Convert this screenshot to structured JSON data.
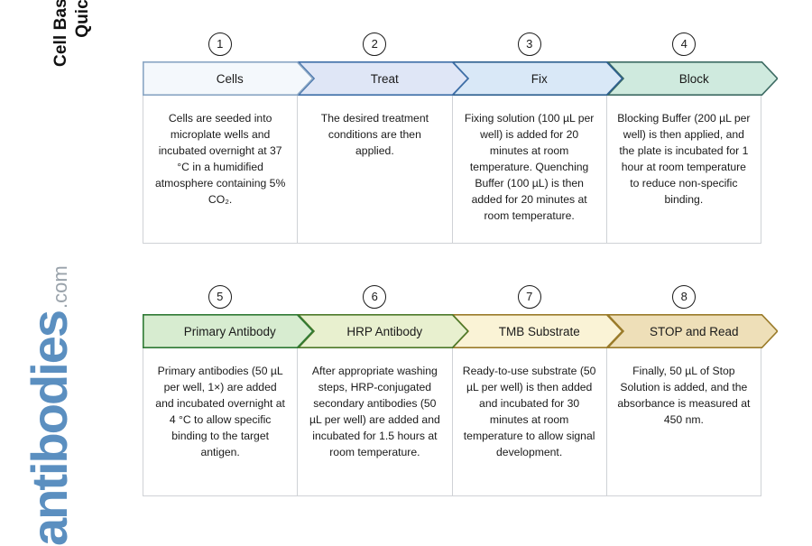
{
  "side_title": "Cell Based ELISA Kits\nQuick Protocol",
  "logo": {
    "word": "antibodies",
    "tld": ".com",
    "word_color": "#5b8fc0",
    "tld_color": "#9aa3ab"
  },
  "rows": [
    {
      "name": "row-1",
      "steps": [
        {
          "number": "1",
          "label": "Cells",
          "fill": "#f4f8fc",
          "stroke": "#8aa6c4",
          "body": "Cells are seeded into microplate wells and incubated overnight at 37 °C in a humidified atmosphere containing 5% CO₂."
        },
        {
          "number": "2",
          "label": "Treat",
          "fill": "#dfe6f6",
          "stroke": "#3f6fa8",
          "body": "The desired treatment conditions are then applied."
        },
        {
          "number": "3",
          "label": "Fix",
          "fill": "#d9e8f7",
          "stroke": "#2e6090",
          "body": "Fixing solution (100 µL per well) is added for 20 minutes at room temperature. Quenching Buffer (100 µL) is then added for 20 minutes at room temperature."
        },
        {
          "number": "4",
          "label": "Block",
          "fill": "#cfeade",
          "stroke": "#3d6b63",
          "body": "Blocking Buffer (200 µL per well) is then applied, and the plate is incubated for 1 hour at room temperature to reduce non-specific binding."
        }
      ]
    },
    {
      "name": "row-2",
      "steps": [
        {
          "number": "5",
          "label": "Primary Antibody",
          "fill": "#d7ecd0",
          "stroke": "#2f7a35",
          "body": "Primary antibodies (50 µL per well, 1×) are added and incubated overnight at 4 °C to allow specific binding to the target antigen."
        },
        {
          "number": "6",
          "label": "HRP Antibody",
          "fill": "#e8f0cf",
          "stroke": "#4d7a2a",
          "body": "After appropriate washing steps, HRP-conjugated secondary antibodies (50 µL per well) are added and incubated for 1.5 hours at room temperature."
        },
        {
          "number": "7",
          "label": "TMB Substrate",
          "fill": "#faf3d6",
          "stroke": "#9a7b2a",
          "body": "Ready-to-use substrate (50 µL per well) is then added and incubated for 30 minutes at room temperature to allow signal development."
        },
        {
          "number": "8",
          "label": "STOP and Read",
          "fill": "#eedfb8",
          "stroke": "#9a7b2a",
          "body": "Finally, 50 µL of Stop Solution is added, and the absorbance is measured at 450 nm."
        }
      ]
    }
  ]
}
